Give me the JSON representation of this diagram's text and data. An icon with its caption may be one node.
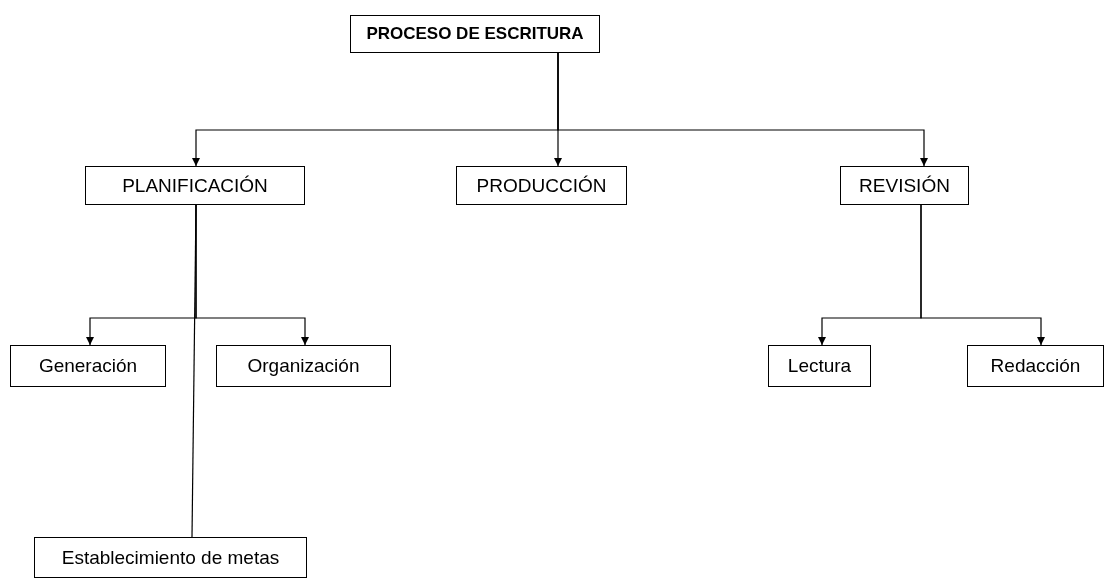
{
  "diagram": {
    "nodes": [
      {
        "text": [
          "PROCESO DE ESCRITURA"
        ]
      },
      {
        "text": [
          "PLANIFICACIÓN"
        ]
      },
      {
        "text": [
          "PRODUCCIÓN"
        ]
      },
      {
        "text": [
          "REVISIÓN"
        ]
      },
      {
        "text": [
          "Generación"
        ]
      },
      {
        "text": [
          "Organización"
        ]
      },
      {
        "text": [
          "Establecimiento de metas"
        ]
      },
      {
        "text": [
          "Lectura"
        ]
      },
      {
        "text": [
          "Redacción"
        ]
      }
    ],
    "edges": [
      {
        "from": 0,
        "to": 1,
        "arrow": "to"
      },
      {
        "from": 0,
        "to": 2,
        "arrow": "to"
      },
      {
        "from": 0,
        "to": 3,
        "arrow": "to"
      },
      {
        "from": 1,
        "to": 4,
        "arrow": "to"
      },
      {
        "from": 1,
        "to": 5,
        "arrow": "to"
      },
      {
        "from": 1,
        "to": 6,
        "arrow": "none"
      },
      {
        "from": 3,
        "to": 7,
        "arrow": "to"
      },
      {
        "from": 3,
        "to": 8,
        "arrow": "to"
      }
    ]
  }
}
